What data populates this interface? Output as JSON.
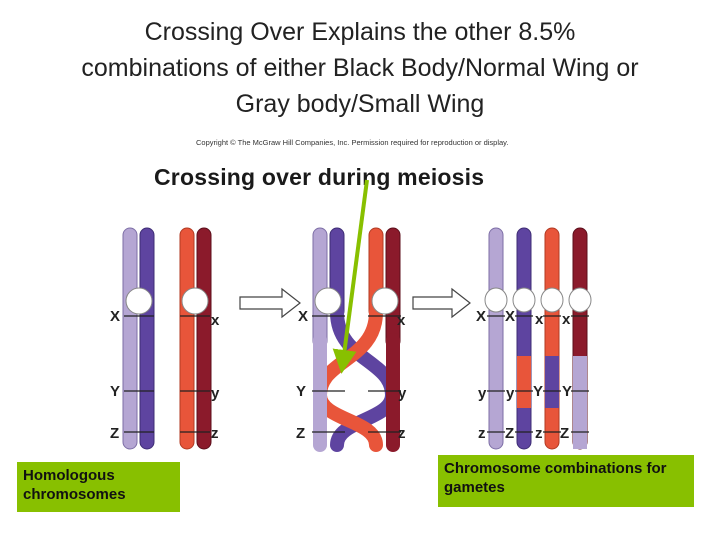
{
  "slide": {
    "title_line1": "Crossing Over Explains the other 8.5%",
    "title_line2": "combinations of either Black Body/Normal Wing or",
    "title_line3": "Gray body/Small Wing"
  },
  "figure": {
    "copyright": "Copyright © The McGraw Hill Companies, Inc. Permission required for reproduction or display.",
    "heading": "Crossing over during meiosis"
  },
  "gene_labels": {
    "left_pair": {
      "upper_left": "X",
      "upper_right": "x",
      "mid_left": "Y",
      "mid_right": "y",
      "low_left": "Z",
      "low_right": "z"
    },
    "middle_pair": {
      "upper_left": "X",
      "upper_right": "x",
      "mid_left": "Y",
      "mid_right": "y",
      "low_left": "Z",
      "low_right": "z"
    },
    "gametes_upper": [
      "X",
      "X",
      "x",
      "x"
    ],
    "gametes_mid": [
      "y",
      "y",
      "Y",
      "Y"
    ],
    "gametes_low": [
      "z",
      "Z",
      "z",
      "Z"
    ]
  },
  "colors": {
    "lavender": "#b5a6d3",
    "purple": "#5e44a0",
    "orange_red": "#e8553a",
    "dark_red": "#8b1a2b",
    "arrow_green": "#88c000",
    "callout_green": "#88c000"
  },
  "callouts": {
    "left": "Homologous chromosomes",
    "right": "Chromosome combinations for gametes"
  }
}
